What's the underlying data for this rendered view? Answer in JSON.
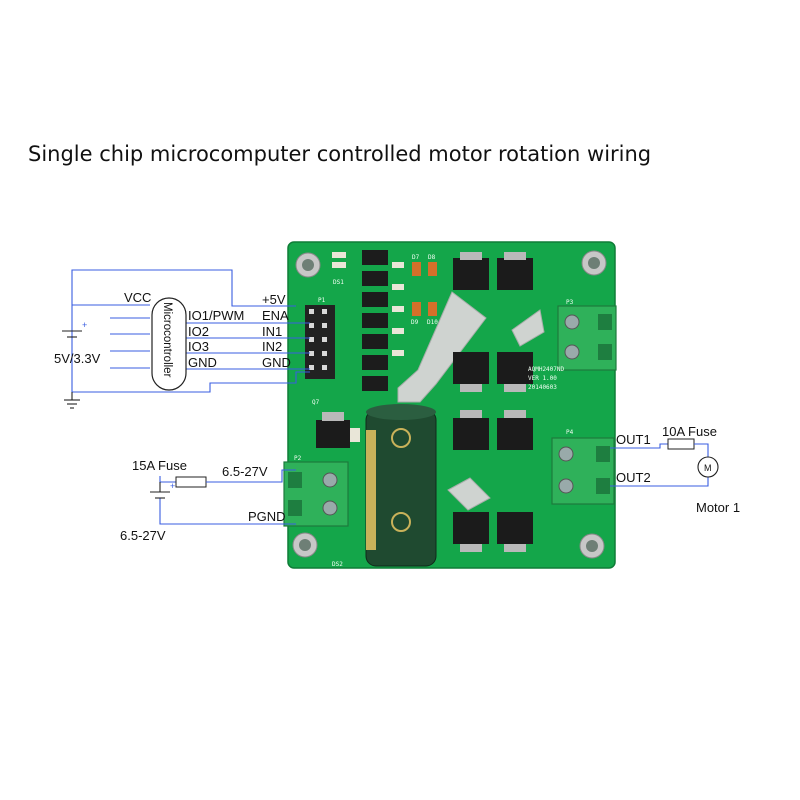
{
  "title": "Single chip microcomputer controlled motor rotation wiring",
  "mcu": {
    "name": "Microcontroller",
    "vcc": "VCC",
    "supply": "5V/3.3V",
    "pins": [
      "IO1/PWM",
      "IO2",
      "IO3",
      "GND"
    ]
  },
  "board_pins": [
    "+5V",
    "ENA",
    "IN1",
    "IN2",
    "GND"
  ],
  "power": {
    "fuse": "15A Fuse",
    "pos_label": "6.5-27V",
    "gnd_label": "PGND",
    "source_label": "6.5-27V"
  },
  "output": {
    "out1": "OUT1",
    "out2": "OUT2",
    "fuse": "10A Fuse",
    "motor_symbol": "M",
    "motor_label": "Motor 1"
  },
  "silkscreen": {
    "board_id": "AQMH2407ND",
    "version": "VER 1.00",
    "date": "20140603",
    "p1": "P1",
    "p2": "P2",
    "p3": "P3",
    "p4": "P4",
    "q7": "Q7",
    "ds1": "DS1",
    "ds2": "DS2",
    "d7": "D7",
    "d8": "D8",
    "d9": "D9",
    "d10": "D10"
  },
  "colors": {
    "pcb": "#14a64a",
    "terminal": "#2fb15a",
    "wire": "#3a5ee0",
    "capacitor": "#1f4a30"
  }
}
